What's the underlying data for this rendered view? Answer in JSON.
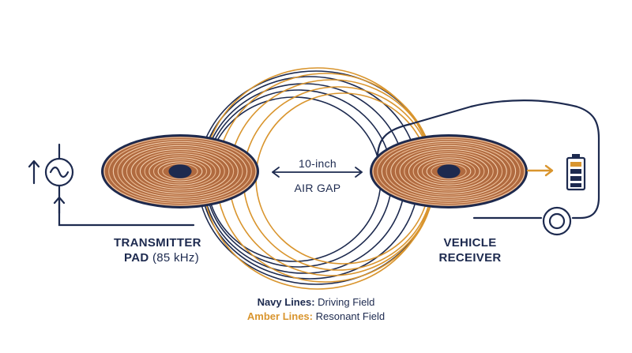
{
  "transmitter": {
    "title": "TRANSMITTER",
    "line2": "PAD",
    "frequency": "(85 kHz)"
  },
  "receiver": {
    "line1": "VEHICLE",
    "line2": "RECEIVER"
  },
  "gap": {
    "line1": "10-inch",
    "line2": "AIR GAP"
  },
  "legend": [
    {
      "key": "Navy Lines:",
      "value": "Driving Field",
      "color": "#1d2a4f"
    },
    {
      "key": "Amber Lines:",
      "value": "Resonant Field",
      "color": "#d9952e"
    }
  ],
  "colors": {
    "navy": "#1d2a4f",
    "amber": "#d9952e",
    "copper": "#c8865a",
    "coil_center": "#1d2a4f"
  },
  "icons": [
    "ac-source-icon",
    "current-arrow-icon",
    "battery-icon",
    "car-outline-icon",
    "double-arrow-icon"
  ]
}
